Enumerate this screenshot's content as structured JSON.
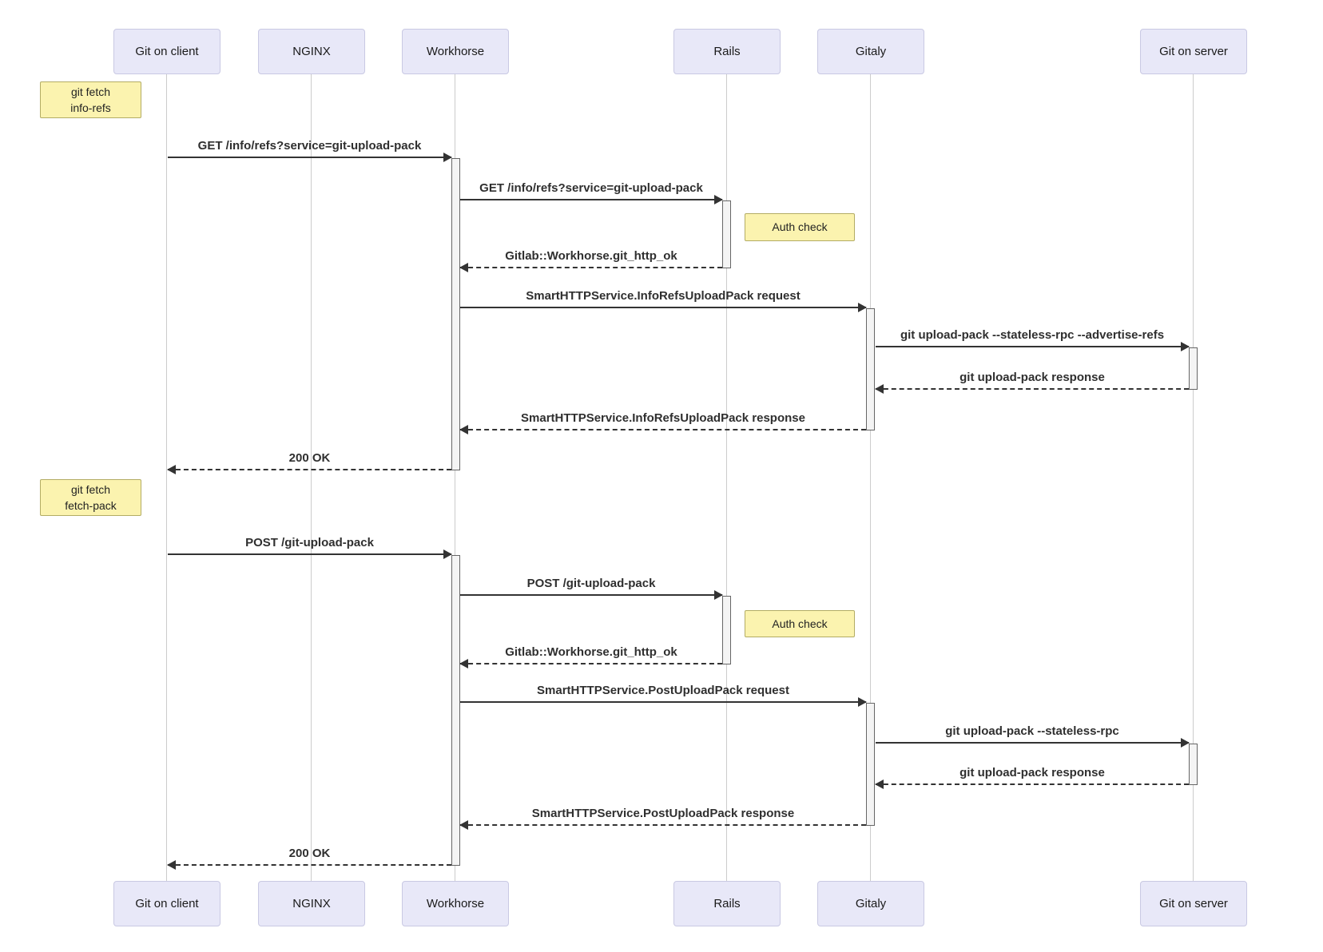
{
  "diagram": {
    "type": "sequence",
    "participants": [
      {
        "id": "git-client",
        "label": "Git on client"
      },
      {
        "id": "nginx",
        "label": "NGINX"
      },
      {
        "id": "workhorse",
        "label": "Workhorse"
      },
      {
        "id": "rails",
        "label": "Rails"
      },
      {
        "id": "gitaly",
        "label": "Gitaly"
      },
      {
        "id": "git-server",
        "label": "Git on server"
      }
    ],
    "notes": [
      {
        "label": "git fetch\ninfo-refs",
        "position": "left-of Git on client"
      },
      {
        "label": "Auth check",
        "position": "right-of Rails"
      },
      {
        "label": "git fetch\nfetch-pack",
        "position": "left-of Git on client"
      },
      {
        "label": "Auth check",
        "position": "right-of Rails"
      }
    ],
    "messages": [
      {
        "from": "Git on client",
        "to": "Workhorse",
        "style": "solid",
        "label": "GET /info/refs?service=git-upload-pack"
      },
      {
        "from": "Workhorse",
        "to": "Rails",
        "style": "solid",
        "label": "GET /info/refs?service=git-upload-pack"
      },
      {
        "from": "Rails",
        "to": "Workhorse",
        "style": "dashed",
        "label": "Gitlab::Workhorse.git_http_ok"
      },
      {
        "from": "Workhorse",
        "to": "Gitaly",
        "style": "solid",
        "label": "SmartHTTPService.InfoRefsUploadPack request"
      },
      {
        "from": "Gitaly",
        "to": "Git on server",
        "style": "solid",
        "label": "git upload-pack --stateless-rpc --advertise-refs"
      },
      {
        "from": "Git on server",
        "to": "Gitaly",
        "style": "dashed",
        "label": "git upload-pack response"
      },
      {
        "from": "Gitaly",
        "to": "Workhorse",
        "style": "dashed",
        "label": "SmartHTTPService.InfoRefsUploadPack response"
      },
      {
        "from": "Workhorse",
        "to": "Git on client",
        "style": "dashed",
        "label": "200 OK"
      },
      {
        "from": "Git on client",
        "to": "Workhorse",
        "style": "solid",
        "label": "POST /git-upload-pack"
      },
      {
        "from": "Workhorse",
        "to": "Rails",
        "style": "solid",
        "label": "POST /git-upload-pack"
      },
      {
        "from": "Rails",
        "to": "Workhorse",
        "style": "dashed",
        "label": "Gitlab::Workhorse.git_http_ok"
      },
      {
        "from": "Workhorse",
        "to": "Gitaly",
        "style": "solid",
        "label": "SmartHTTPService.PostUploadPack request"
      },
      {
        "from": "Gitaly",
        "to": "Git on server",
        "style": "solid",
        "label": "git upload-pack --stateless-rpc"
      },
      {
        "from": "Git on server",
        "to": "Gitaly",
        "style": "dashed",
        "label": "git upload-pack response"
      },
      {
        "from": "Gitaly",
        "to": "Workhorse",
        "style": "dashed",
        "label": "SmartHTTPService.PostUploadPack response"
      },
      {
        "from": "Workhorse",
        "to": "Git on client",
        "style": "dashed",
        "label": "200 OK"
      }
    ],
    "colors": {
      "participant_fill": "#e8e8f8",
      "participant_border": "#c9c9e3",
      "note_fill": "#fbf3af",
      "note_border": "#b3ac64",
      "activation_fill": "#f4f4f4",
      "activation_border": "#666666",
      "message_line": "#333333",
      "lifeline": "#cccccc"
    }
  }
}
